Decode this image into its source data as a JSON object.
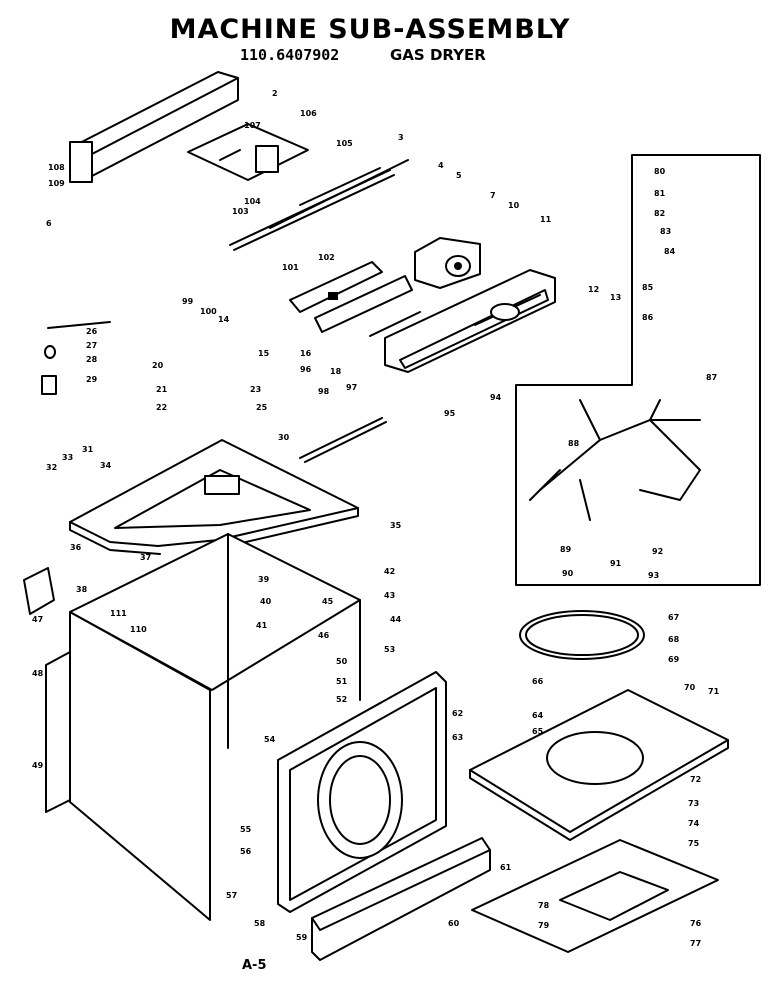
{
  "header": {
    "title": "MACHINE SUB-ASSEMBLY",
    "model_number": "110.6407902",
    "product": "GAS DRYER"
  },
  "footer": {
    "page_ref": "A-5"
  },
  "callouts": [
    "2",
    "3",
    "4",
    "5",
    "6",
    "7",
    "10",
    "11",
    "12",
    "13",
    "14",
    "15",
    "16",
    "18",
    "20",
    "21",
    "22",
    "23",
    "25",
    "26",
    "27",
    "28",
    "29",
    "30",
    "31",
    "32",
    "33",
    "34",
    "35",
    "36",
    "37",
    "38",
    "39",
    "40",
    "41",
    "42",
    "43",
    "44",
    "45",
    "46",
    "47",
    "48",
    "49",
    "50",
    "51",
    "52",
    "53",
    "54",
    "55",
    "56",
    "57",
    "58",
    "59",
    "60",
    "61",
    "62",
    "63",
    "64",
    "65",
    "66",
    "67",
    "68",
    "69",
    "70",
    "71",
    "72",
    "73",
    "74",
    "75",
    "76",
    "77",
    "78",
    "79",
    "80",
    "81",
    "82",
    "83",
    "84",
    "85",
    "86",
    "87",
    "88",
    "89",
    "90",
    "91",
    "92",
    "93",
    "94",
    "95",
    "96",
    "97",
    "98",
    "99",
    "100",
    "101",
    "102",
    "103",
    "104",
    "105",
    "106",
    "107",
    "108",
    "109",
    "110",
    "111"
  ]
}
